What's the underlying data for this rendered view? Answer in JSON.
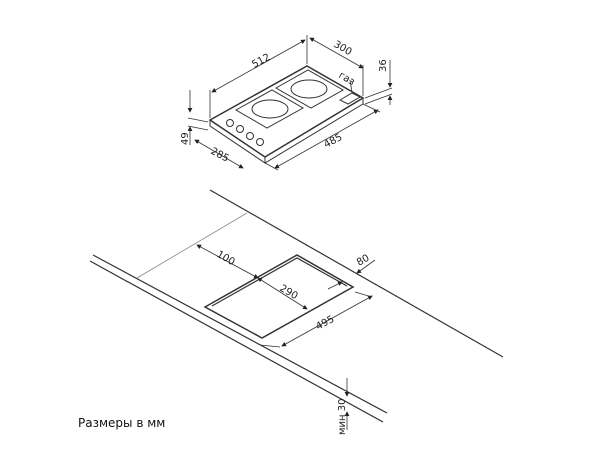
{
  "hob_dimensions": {
    "width": "512",
    "depth": "300",
    "height_right": "36",
    "height_left": "49",
    "cut_depth": "285",
    "cut_width": "485",
    "gas_label": "газ"
  },
  "cutout_dimensions": {
    "back_offset": "100",
    "side_offset": "80",
    "cut_depth": "290",
    "cut_width": "495",
    "min_thickness": "мин 30"
  },
  "caption": "Размеры в мм"
}
